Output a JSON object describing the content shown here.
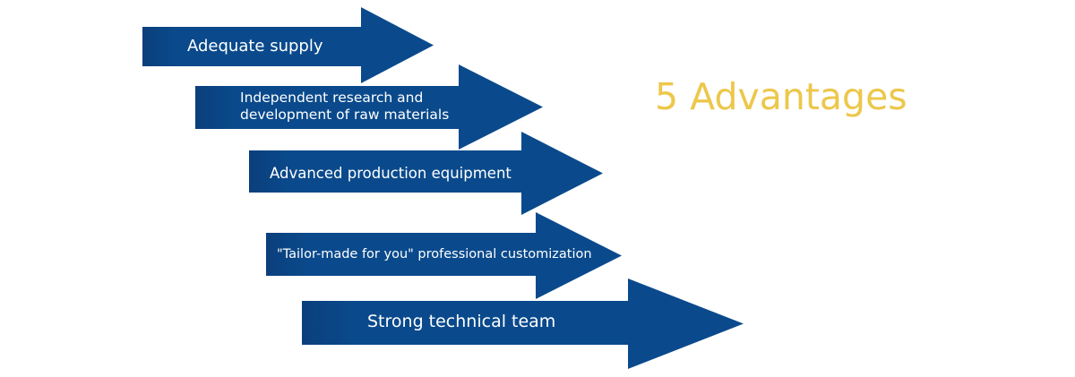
{
  "title": "5 Advantages",
  "colors": {
    "arrow": "#0a4a8c",
    "arrow_shadow": "#06315f",
    "title": "#ecc74a",
    "label": "#ffffff"
  },
  "arrows": [
    {
      "label": "Adequate supply"
    },
    {
      "label": "Independent research and development of raw materials",
      "lines": [
        "Independent research and",
        "development of raw materials"
      ]
    },
    {
      "label": "Advanced production equipment"
    },
    {
      "label": "\"Tailor-made for you\" professional customization"
    },
    {
      "label": "Strong technical team"
    }
  ]
}
